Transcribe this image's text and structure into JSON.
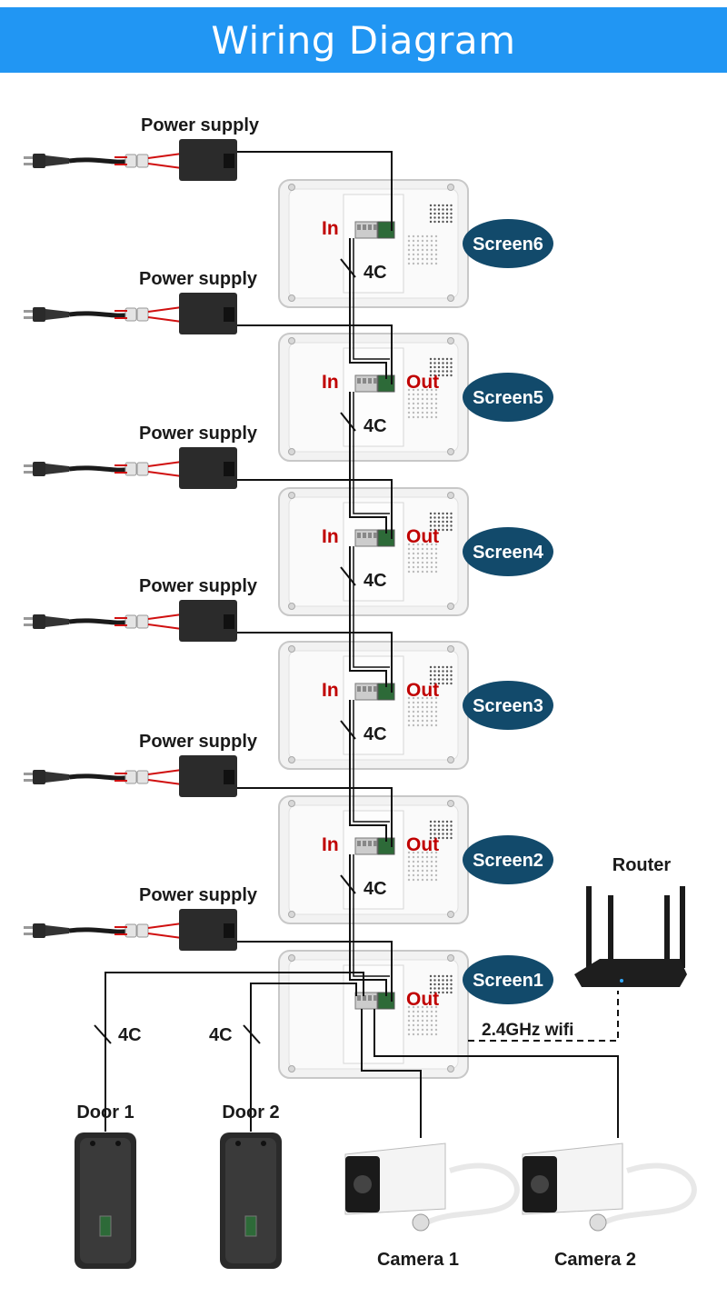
{
  "header": {
    "title": "Wiring Diagram"
  },
  "labels": {
    "power_supply": "Power supply",
    "in": "In",
    "out": "Out",
    "cable_4c": "4C",
    "router": "Router",
    "wifi": "2.4GHz wifi"
  },
  "screens": [
    "Screen6",
    "Screen5",
    "Screen4",
    "Screen3",
    "Screen2",
    "Screen1"
  ],
  "doors": [
    "Door 1",
    "Door 2"
  ],
  "cameras": [
    "Camera 1",
    "Camera 2"
  ],
  "colors": {
    "header_bg": "#2196f3",
    "screen_badge": "#124a6b",
    "port_label": "#c00000",
    "wire": "#111111",
    "power_wire": "#d01010"
  }
}
